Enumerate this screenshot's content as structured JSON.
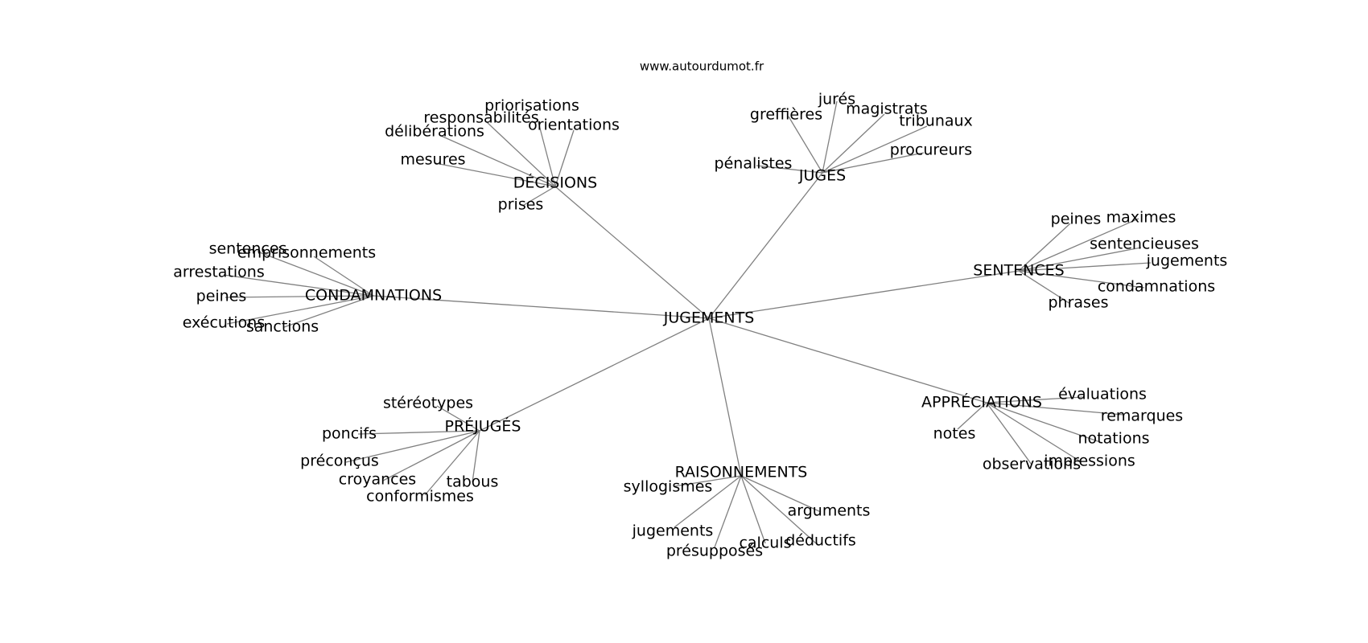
{
  "watermark": "www.autourdumot.fr",
  "root": "JUGEMENTS",
  "categories": [
    {
      "label": "DÉCISIONS",
      "children": [
        "priorisations",
        "responsabilités",
        "orientations",
        "délibérations",
        "mesures",
        "prises"
      ]
    },
    {
      "label": "JUGES",
      "children": [
        "jurés",
        "greffières",
        "magistrats",
        "tribunaux",
        "pénalistes",
        "procureurs"
      ]
    },
    {
      "label": "SENTENCES",
      "children": [
        "peines",
        "maximes",
        "sentencieuses",
        "jugements",
        "condamnations",
        "phrases"
      ]
    },
    {
      "label": "CONDAMNATIONS",
      "children": [
        "sentences",
        "emprisonnements",
        "arrestations",
        "peines",
        "exécutions",
        "sanctions"
      ]
    },
    {
      "label": "APPRÉCIATIONS",
      "children": [
        "évaluations",
        "remarques",
        "notes",
        "notations",
        "observations",
        "impressions"
      ]
    },
    {
      "label": "PRÉJUGÉS",
      "children": [
        "stéréotypes",
        "poncifs",
        "préconçus",
        "croyances",
        "tabous",
        "conformismes"
      ]
    },
    {
      "label": "RAISONNEMENTS",
      "children": [
        "syllogismes",
        "arguments",
        "jugements",
        "déductifs",
        "calculs",
        "présupposés"
      ]
    }
  ]
}
